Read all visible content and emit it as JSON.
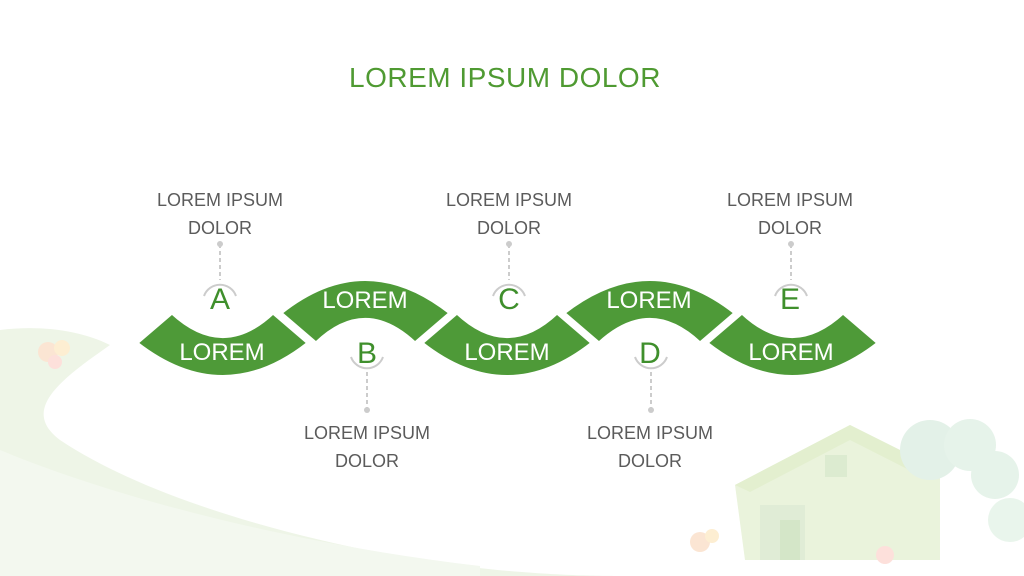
{
  "title": "LOREM IPSUM DOLOR",
  "colors": {
    "accent": "#4f9a32",
    "wave": "#4e9a38",
    "text": "#5b5b5b",
    "connector": "#cccccc"
  },
  "steps": [
    {
      "letter": "A",
      "caption_line1": "LOREM IPSUM",
      "caption_line2": "DOLOR",
      "segment_label": "LOREM"
    },
    {
      "letter": "B",
      "caption_line1": "LOREM IPSUM",
      "caption_line2": "DOLOR",
      "segment_label": "LOREM"
    },
    {
      "letter": "C",
      "caption_line1": "LOREM IPSUM",
      "caption_line2": "DOLOR",
      "segment_label": "LOREM"
    },
    {
      "letter": "D",
      "caption_line1": "LOREM IPSUM",
      "caption_line2": "DOLOR",
      "segment_label": "LOREM"
    },
    {
      "letter": "E",
      "caption_line1": "LOREM IPSUM",
      "caption_line2": "DOLOR",
      "segment_label": "LOREM"
    }
  ]
}
